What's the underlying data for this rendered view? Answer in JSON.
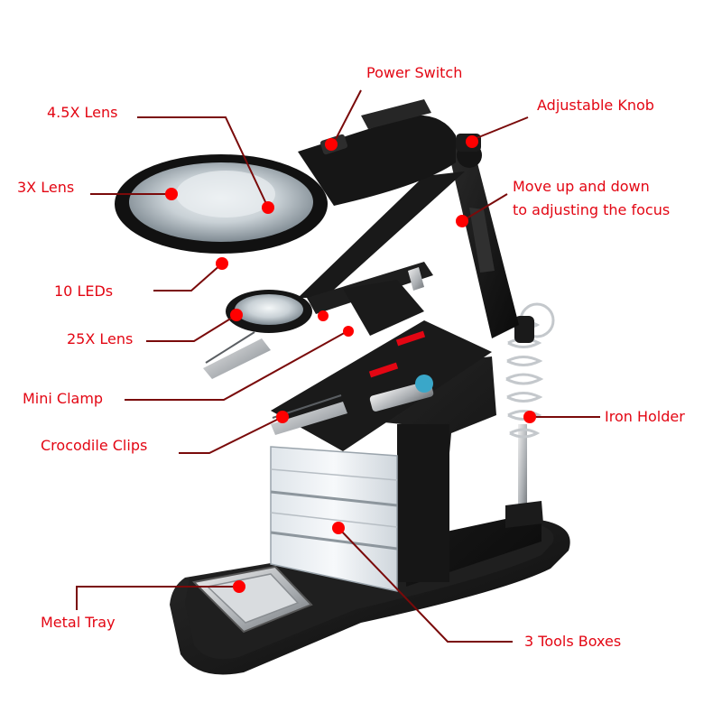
{
  "colors": {
    "label_text": "#e30613",
    "leader_line": "#7a0a0a",
    "callout_dot": "#ff0000",
    "device_body": "#141414"
  },
  "labels": {
    "power_switch": "Power Switch",
    "lens_4_5x": "4.5X Lens",
    "adjustable_knob": "Adjustable Knob",
    "lens_3x": "3X Lens",
    "focus_line1": "Move up and down",
    "focus_line2": "to adjusting the focus",
    "leds": "10 LEDs",
    "lens_25x": "25X Lens",
    "mini_clamp": "Mini Clamp",
    "iron_holder": "Iron Holder",
    "crocodile_clips": "Crocodile Clips",
    "metal_tray": "Metal Tray",
    "tools_boxes": "3 Tools Boxes"
  }
}
